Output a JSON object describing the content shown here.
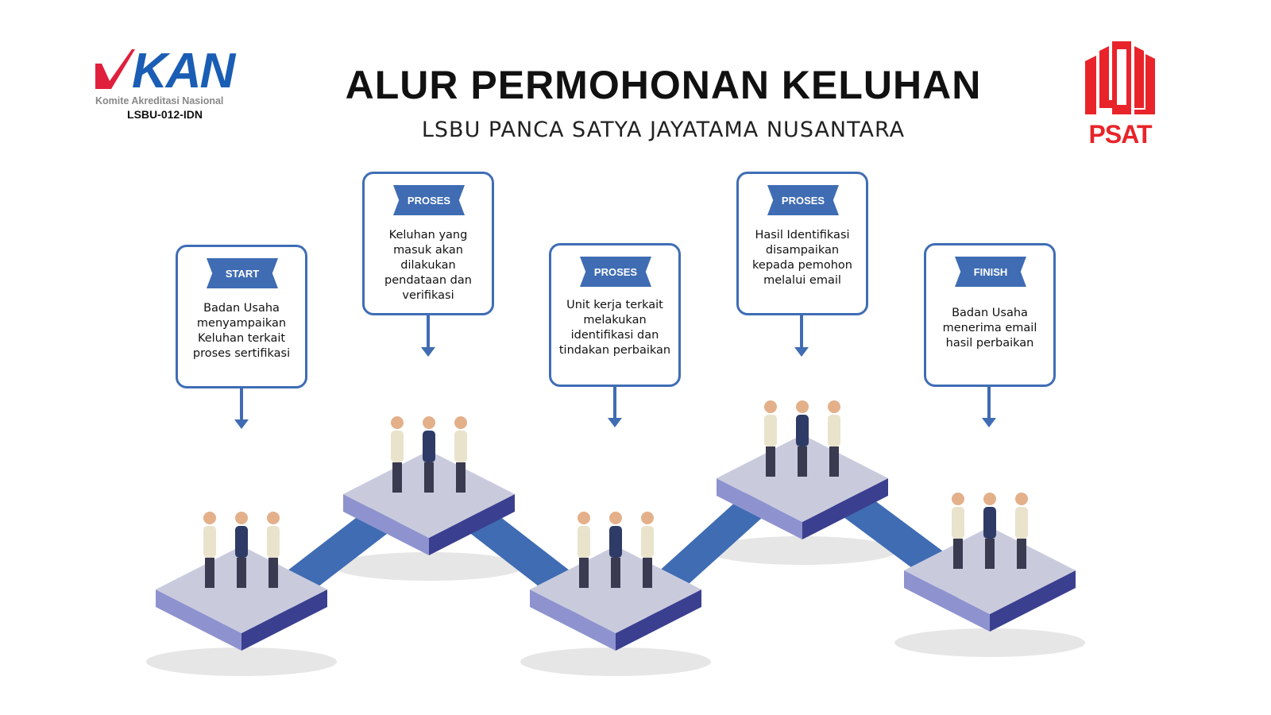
{
  "header": {
    "title": "ALUR PERMOHONAN KELUHAN",
    "subtitle": "LSBU PANCA SATYA JAYATAMA NUSANTARA"
  },
  "logos": {
    "kan": {
      "mark": "KAN",
      "name": "Komite Akreditasi Nasional",
      "code": "LSBU-012-IDN"
    },
    "psat": {
      "text": "PSAT"
    }
  },
  "colors": {
    "accent": "#3f6cb3",
    "logo_red": "#e8242a",
    "kan_blue": "#1a5db4",
    "platform_top": "#c9cbdd",
    "platform_side": "#3b3f8f"
  },
  "steps": [
    {
      "badge": "START",
      "text": "Badan Usaha menyampaikan Keluhan terkait proses sertifikasi"
    },
    {
      "badge": "PROSES",
      "text": "Keluhan yang masuk akan dilakukan pendataan dan verifikasi"
    },
    {
      "badge": "PROSES",
      "text": "Unit kerja terkait melakukan identifikasi dan tindakan perbaikan"
    },
    {
      "badge": "PROSES",
      "text": "Hasil Identifikasi disampaikan kepada  pemohon melalui email"
    },
    {
      "badge": "FINISH",
      "text": "Badan Usaha menerima email hasil perbaikan"
    }
  ]
}
